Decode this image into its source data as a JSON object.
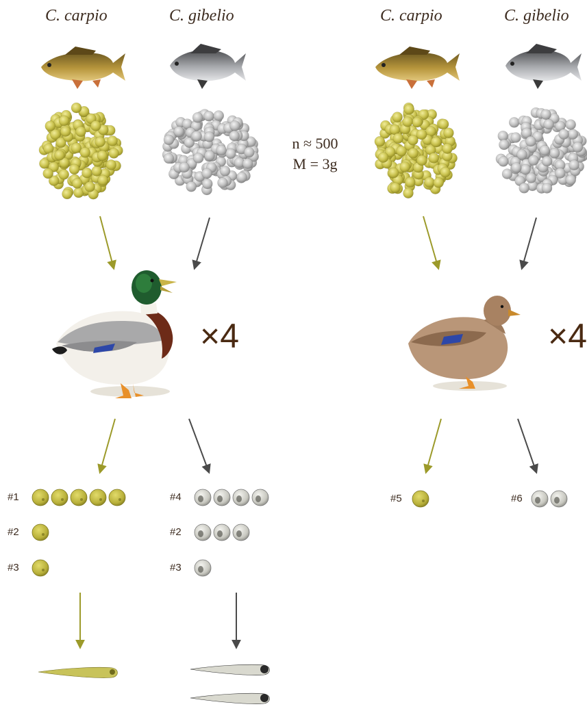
{
  "left_panel": {
    "species": [
      "C. carpio",
      "C. gibelio"
    ],
    "multiplier": "×4",
    "duck": "mallard-male",
    "rows": {
      "carpio": [
        {
          "label": "#1",
          "count": 5
        },
        {
          "label": "#2",
          "count": 1
        },
        {
          "label": "#3",
          "count": 1
        }
      ],
      "gibelio": [
        {
          "label": "#4",
          "count": 4
        },
        {
          "label": "#2",
          "count": 3
        },
        {
          "label": "#3",
          "count": 1
        }
      ]
    },
    "larvae": {
      "carpio": 1,
      "gibelio": 2
    }
  },
  "center": {
    "n_label": "n ≈ 500",
    "m_label": "M = 3g"
  },
  "right_panel": {
    "species": [
      "C. carpio",
      "C. gibelio"
    ],
    "multiplier": "×4",
    "duck": "mallard-female",
    "rows": {
      "carpio": [
        {
          "label": "#5",
          "count": 1
        }
      ],
      "gibelio": [
        {
          "label": "#6",
          "count": 2
        }
      ]
    }
  },
  "colors": {
    "carpio_arrow": "#9c9a2a",
    "gibelio_arrow": "#4a4a4a",
    "carp_egg": "#c9c24e",
    "gibel_egg": "#bcbcbc"
  }
}
